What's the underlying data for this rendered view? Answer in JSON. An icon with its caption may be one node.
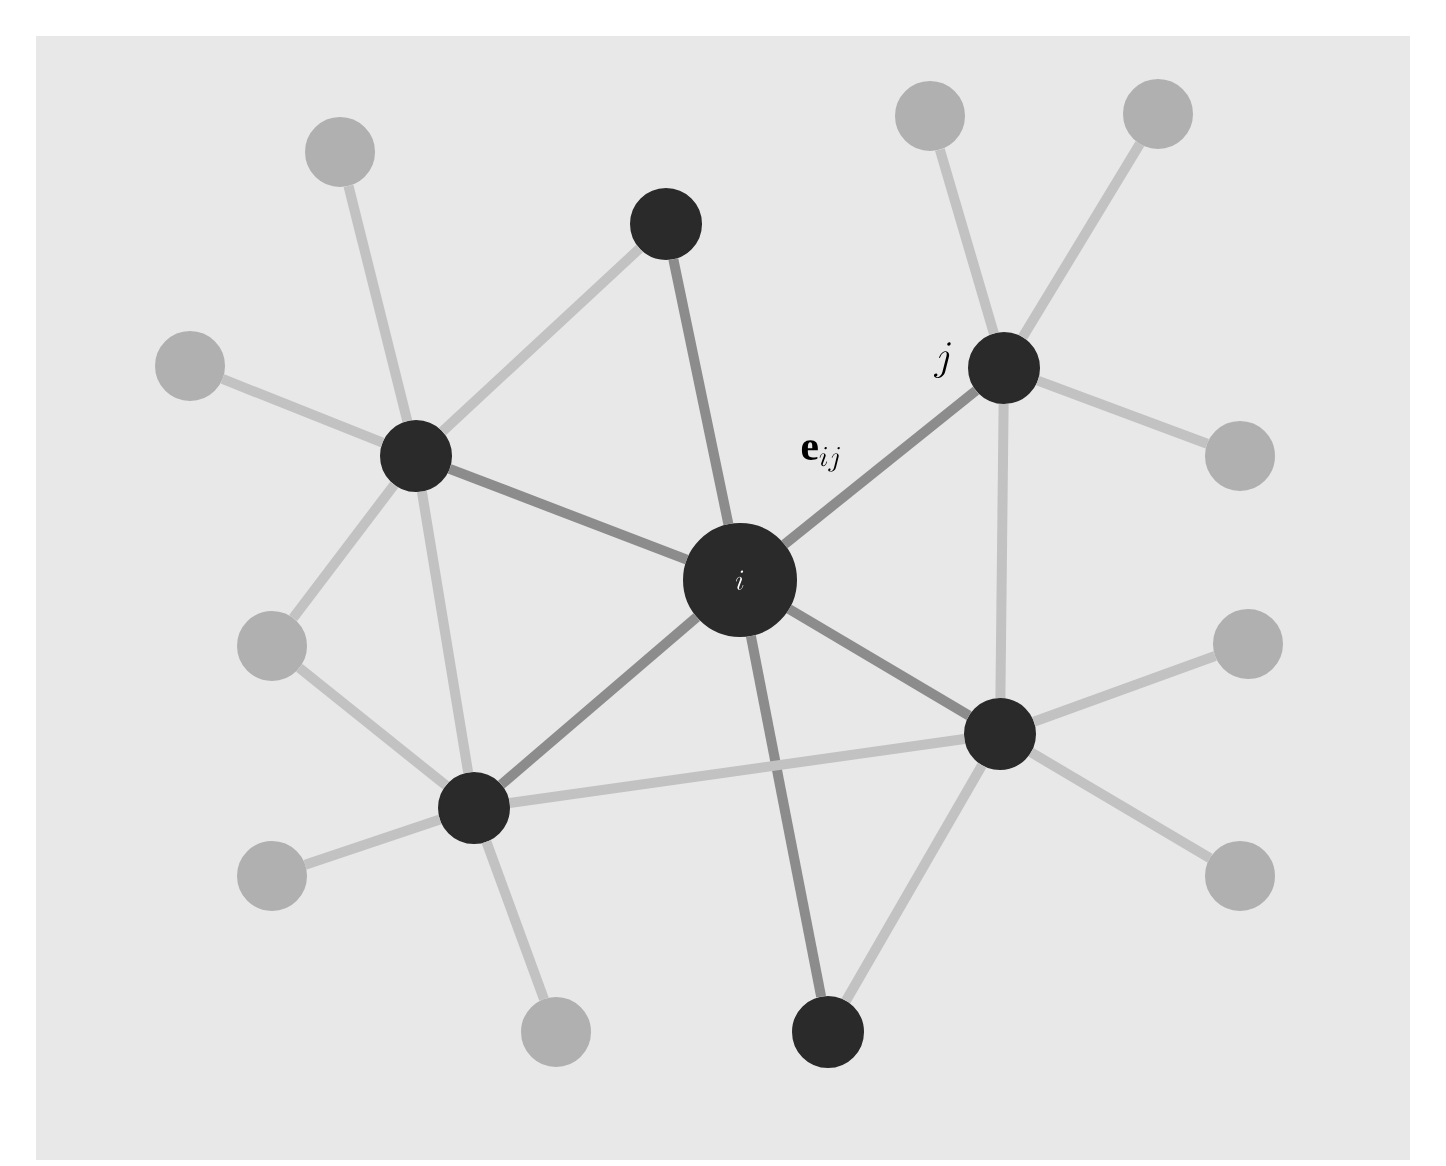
{
  "diagram": {
    "nodes": [
      {
        "text": [],
        "shape": "circle"
      },
      {
        "text": [],
        "shape": "circle"
      },
      {
        "text": [],
        "shape": "circle"
      },
      {
        "text": [],
        "shape": "circle"
      },
      {
        "text": [],
        "shape": "circle"
      },
      {
        "text": [],
        "shape": "circle",
        "beside": [
          "j"
        ]
      },
      {
        "text": [],
        "shape": "circle"
      },
      {
        "text": [],
        "shape": "circle"
      },
      {
        "text": [
          "i"
        ]
      },
      {
        "text": [],
        "shape": "circle"
      },
      {
        "text": [],
        "shape": "circle"
      },
      {
        "text": [],
        "shape": "circle"
      },
      {
        "text": [],
        "shape": "circle"
      },
      {
        "text": [],
        "shape": "circle"
      },
      {
        "text": [],
        "shape": "circle"
      },
      {
        "text": [],
        "shape": "circle"
      },
      {
        "text": [],
        "shape": "circle"
      }
    ],
    "edges": [
      {
        "from": 8,
        "to": 3,
        "arrow": "none",
        "color": "#8c8c8c"
      },
      {
        "from": 8,
        "to": 6,
        "arrow": "none",
        "color": "#8c8c8c"
      },
      {
        "from": 8,
        "to": 5,
        "arrow": "none",
        "color": "#8c8c8c",
        "label": "\\mathbf{e}_{ij}"
      },
      {
        "from": 8,
        "to": 12,
        "arrow": "none",
        "color": "#8c8c8c"
      },
      {
        "from": 8,
        "to": 11,
        "arrow": "none",
        "color": "#8c8c8c"
      },
      {
        "from": 8,
        "to": 16,
        "arrow": "none",
        "color": "#8c8c8c"
      },
      {
        "from": 3,
        "to": 6,
        "arrow": "none"
      },
      {
        "from": 6,
        "to": 2,
        "arrow": "none"
      },
      {
        "from": 6,
        "to": 4,
        "arrow": "none"
      },
      {
        "from": 6,
        "to": 9,
        "arrow": "none"
      },
      {
        "from": 6,
        "to": 12,
        "arrow": "none"
      },
      {
        "from": 9,
        "to": 12,
        "arrow": "none"
      },
      {
        "from": 12,
        "to": 13,
        "arrow": "none"
      },
      {
        "from": 12,
        "to": 15,
        "arrow": "none"
      },
      {
        "from": 12,
        "to": 11,
        "arrow": "none"
      },
      {
        "from": 5,
        "to": 0,
        "arrow": "none"
      },
      {
        "from": 5,
        "to": 1,
        "arrow": "none"
      },
      {
        "from": 5,
        "to": 7,
        "arrow": "none"
      },
      {
        "from": 5,
        "to": 11,
        "arrow": "none"
      },
      {
        "from": 11,
        "to": 10,
        "arrow": "none"
      },
      {
        "from": 11,
        "to": 14,
        "arrow": "none"
      },
      {
        "from": 11,
        "to": 16,
        "arrow": "none"
      }
    ]
  }
}
